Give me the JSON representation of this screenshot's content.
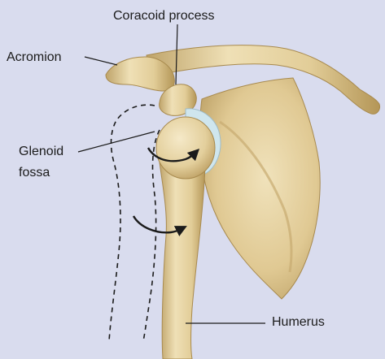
{
  "labels": {
    "coracoid": "Coracoid process",
    "acromion": "Acromion",
    "glenoid_line1": "Glenoid",
    "glenoid_line2": "fossa",
    "humerus": "Humerus"
  },
  "colors": {
    "background": "#d9dcee",
    "bone": "#e6d3a4",
    "bone_shadow": "#b99d62",
    "cartilage": "#cfe6ee",
    "leader": "#1b1b1b"
  }
}
